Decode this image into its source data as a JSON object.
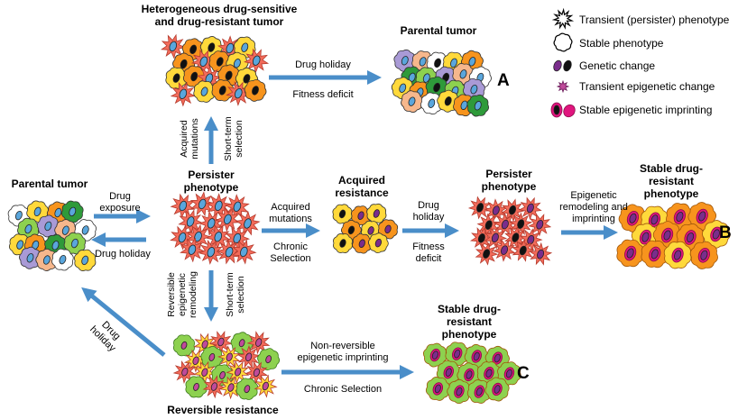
{
  "legend": {
    "transient_phenotype": "Transient (persister) phenotype",
    "stable_phenotype": "Stable phenotype",
    "genetic_change": "Genetic change",
    "transient_epigenetic": "Transient epigenetic change",
    "stable_epigenetic": "Stable epigenetic imprinting"
  },
  "nodes": {
    "heterogeneous_tumor": [
      "Heterogeneous drug-sensitive",
      "and drug-resistant tumor"
    ],
    "parental_tumor_top": "Parental tumor",
    "parental_tumor_left": "Parental tumor",
    "persister_phenotype_center": [
      "Persister",
      "phenotype"
    ],
    "acquired_resistance": [
      "Acquired",
      "resistance"
    ],
    "persister_phenotype_right": [
      "Persister",
      "phenotype"
    ],
    "stable_resistant_b": [
      "Stable drug-",
      "resistant",
      "phenotype"
    ],
    "stable_resistant_c": [
      "Stable drug-",
      "resistant",
      "phenotype"
    ],
    "reversible_resistance": "Reversible resistance"
  },
  "edges": {
    "drug_holiday_top": "Drug holiday",
    "fitness_deficit_top": "Fitness deficit",
    "acquired_mutations_vertical": [
      "Acquired",
      "mutations"
    ],
    "short_term_selection_top": [
      "Short-term",
      "selection"
    ],
    "drug_exposure": [
      "Drug",
      "exposure"
    ],
    "drug_holiday_left": "Drug holiday",
    "acquired_mutations_mid": [
      "Acquired",
      "mutations"
    ],
    "chronic_selection_mid": [
      "Chronic",
      "Selection"
    ],
    "drug_holiday_mid": [
      "Drug",
      "holiday"
    ],
    "fitness_deficit_mid": [
      "Fitness",
      "deficit"
    ],
    "epigenetic_remodeling": [
      "Epigenetic",
      "remodeling and",
      "imprinting"
    ],
    "reversible_epigenetic_remodeling": [
      "Reversible",
      "epigenetic",
      "remodeling"
    ],
    "short_term_selection_bottom": [
      "Short-term",
      "selection"
    ],
    "drug_holiday_diagonal": [
      "Drug",
      "holiday"
    ],
    "non_reversible_imprinting": [
      "Non-reversible",
      "epigenetic imprinting"
    ],
    "chronic_selection_bottom": "Chronic Selection"
  },
  "panel_letters": {
    "a": "A",
    "b": "B",
    "c": "C"
  },
  "colors": {
    "arrow": "#4a8ec9",
    "star_fill": "#f26b5a",
    "star_stroke": "#b53a2c",
    "nucleus_blue": "#5aa6dc",
    "nucleus_black": "#111111",
    "nucleus_purple": "#7a2d8c",
    "cell_orange": "#f7941d",
    "cell_yellow": "#ffd93b",
    "cell_green": "#8dd14f",
    "cell_lavender": "#a99ad6",
    "cell_peach": "#f6b78c",
    "cell_white": "#ffffff",
    "cell_darkgreen": "#2e9a3a",
    "stable_imprint": "#e0157e"
  },
  "icons": [
    "star-cell-icon",
    "stable-cell-icon",
    "genetic-change-icon",
    "transient-epigenetic-icon",
    "stable-epigenetic-icon"
  ]
}
